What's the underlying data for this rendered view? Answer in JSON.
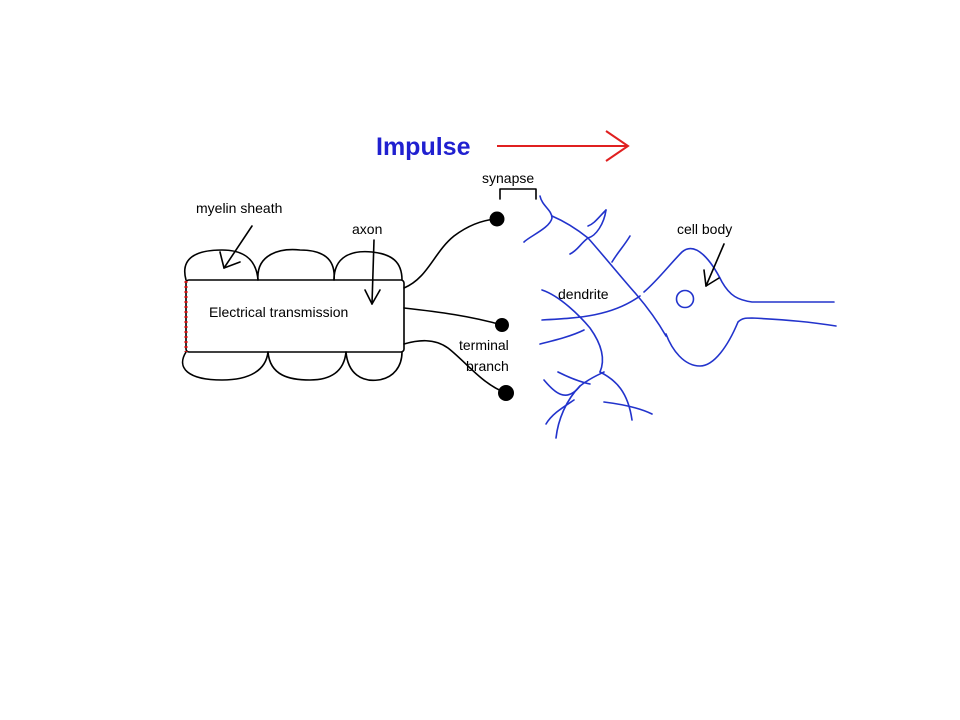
{
  "title": "Impulse",
  "colors": {
    "title": "#2020d0",
    "arrow": "#e02020",
    "neuron": "#2233cc",
    "node_of_ranvier": "#d01010",
    "outline": "#000000"
  },
  "labels": {
    "synapse": "synapse",
    "myelin_sheath": "myelin sheath",
    "axon": "axon",
    "electrical_transmission": "Electrical transmission",
    "terminal_branch_line1": "terminal",
    "terminal_branch_line2": "branch",
    "dendrite": "dendrite",
    "cell_body": "cell body"
  }
}
